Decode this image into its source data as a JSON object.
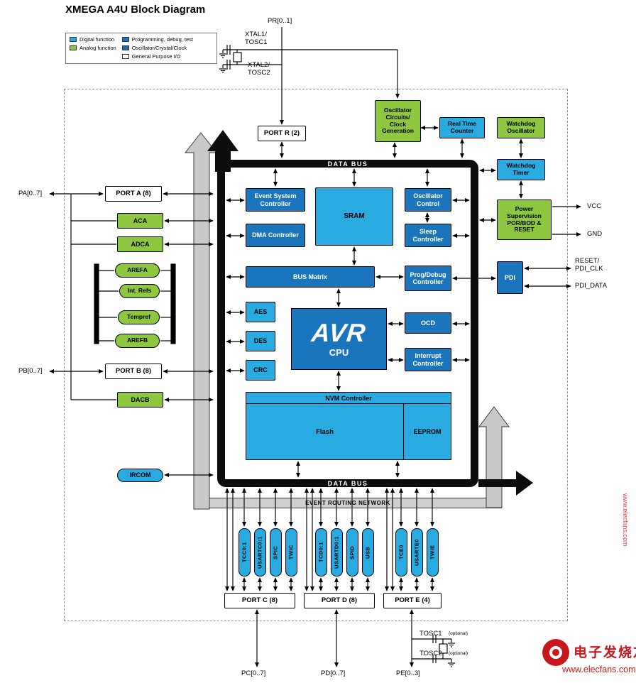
{
  "title": "XMEGA A4U Block Diagram",
  "legend": {
    "items": [
      {
        "label": "Digital function",
        "color": "#29abe2"
      },
      {
        "label": "Analog function",
        "color": "#8dc63f"
      },
      {
        "label": "Programming, debug, test",
        "color": "#1b75bc"
      },
      {
        "label": "Oscillator/Crystal/Clock",
        "color": "#1e6cab"
      },
      {
        "label": "General Purpose I/O",
        "color": "#ffffff"
      }
    ]
  },
  "colors": {
    "digital": "#29abe2",
    "analog": "#8dc63f",
    "debug": "#1b75bc",
    "gpio": "#ffffff",
    "bus_frame": "#0d0d0d",
    "event_bus": "#c9c9c9"
  },
  "pins": {
    "pr": "PR[0..1]",
    "pa": "PA[0..7]",
    "pb": "PB[0..7]",
    "pc": "PC[0..7]",
    "pd": "PD[0..7]",
    "pe": "PE[0..3]",
    "xtal1_l1": "XTAL1/",
    "xtal1_l2": "TOSC1",
    "xtal2_l1": "XTAL2/",
    "xtal2_l2": "TOSC2",
    "vcc": "VCC",
    "gnd": "GND",
    "reset_l1": "RESET/",
    "reset_l2": "PDI_CLK",
    "pdi_data": "PDI_DATA",
    "tosc1": "TOSC1",
    "tosc2": "TOSC2",
    "optional": "(optional)"
  },
  "blocks": {
    "port_r": "PORT R (2)",
    "osc_circuits": "Oscillator Circuits/ Clock Generation",
    "rtc": "Real Time Counter",
    "wd_osc": "Watchdog Oscillator",
    "wd_timer": "Watchdog Timer",
    "power": "Power Supervision POR/BOD & RESET",
    "pdi": "PDI",
    "port_a": "PORT A (8)",
    "aca": "ACA",
    "adca": "ADCA",
    "arefa": "AREFA",
    "int_refs": "Int. Refs",
    "tempref": "Tempref",
    "arefb": "AREFB",
    "port_b": "PORT B (8)",
    "dacb": "DACB",
    "ircom": "IRCOM",
    "event_system": "Event System Controller",
    "sram": "SRAM",
    "osc_control": "Oscillator Control",
    "dma": "DMA Controller",
    "sleep": "Sleep Controller",
    "bus_matrix": "BUS Matrix",
    "prog_debug": "Prog/Debug Controller",
    "aes": "AES",
    "des": "DES",
    "crc": "CRC",
    "avr": "AVR",
    "cpu": "CPU",
    "ocd": "OCD",
    "interrupt": "Interrupt Controller",
    "nvm": "NVM Controller",
    "flash": "Flash",
    "eeprom": "EEPROM",
    "port_c": "PORT C (8)",
    "port_d": "PORT D (8)",
    "port_e": "PORT E (4)"
  },
  "buses": {
    "data_bus": "DATA BUS",
    "event_routing": "EVENT ROUTING NETWORK"
  },
  "peripherals": {
    "c": [
      "TCC0:1",
      "USARTC0:1",
      "SPIC",
      "TWIC"
    ],
    "d": [
      "TCD0:1",
      "USARTD0:1",
      "SPID",
      "USB"
    ],
    "e": [
      "TCE0",
      "USARTE0",
      "TWIE"
    ]
  },
  "watermark": {
    "name": "电子发烧友",
    "site": "www.elecfans.com",
    "color": "#c8161d"
  }
}
